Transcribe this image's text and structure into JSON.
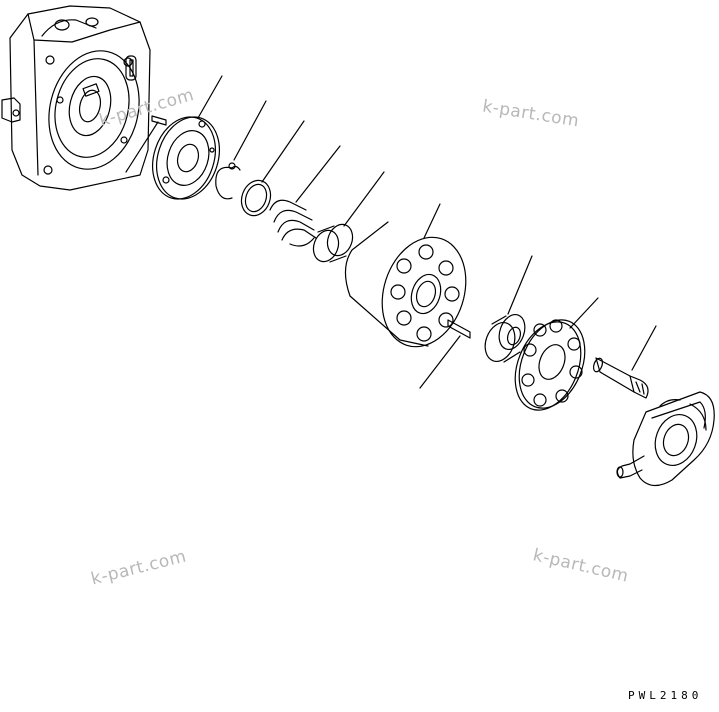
{
  "watermark_text": "k-part.com",
  "drawing_code": "PWL2180",
  "parts": [
    "motor-housing",
    "valve-plate",
    "snap-ring",
    "spacer-ring",
    "spring-set",
    "collar",
    "cylinder-block",
    "pin",
    "spherical-bushing",
    "retainer-plate",
    "piston",
    "swash-plate"
  ]
}
